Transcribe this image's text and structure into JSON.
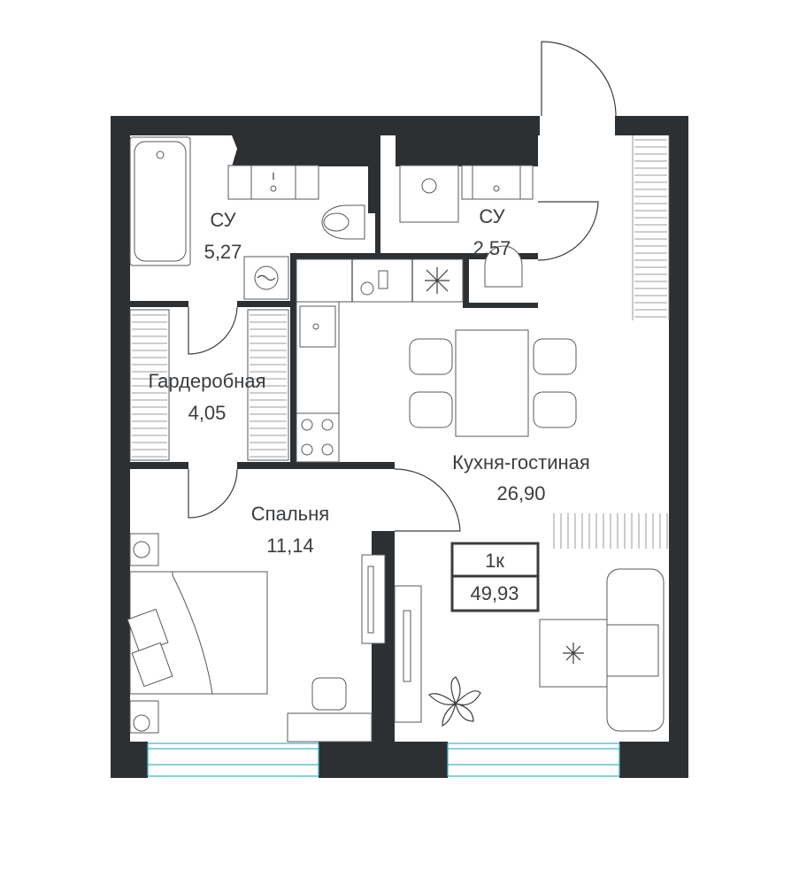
{
  "plan": {
    "rooms": [
      {
        "id": "bath1",
        "name": "СУ",
        "area": "5,27"
      },
      {
        "id": "bath2",
        "name": "СУ",
        "area": "2,57"
      },
      {
        "id": "wardrobe",
        "name": "Гардеробная",
        "area": "4,05"
      },
      {
        "id": "bedroom",
        "name": "Спальня",
        "area": "11,14"
      },
      {
        "id": "living",
        "name": "Кухня-гостиная",
        "area": "26,90"
      }
    ],
    "badge": {
      "type": "1к",
      "total_area": "49,93"
    },
    "colors": {
      "wall": "#2d3033",
      "window": "#3fb7c4",
      "text": "#3a3d40"
    }
  }
}
